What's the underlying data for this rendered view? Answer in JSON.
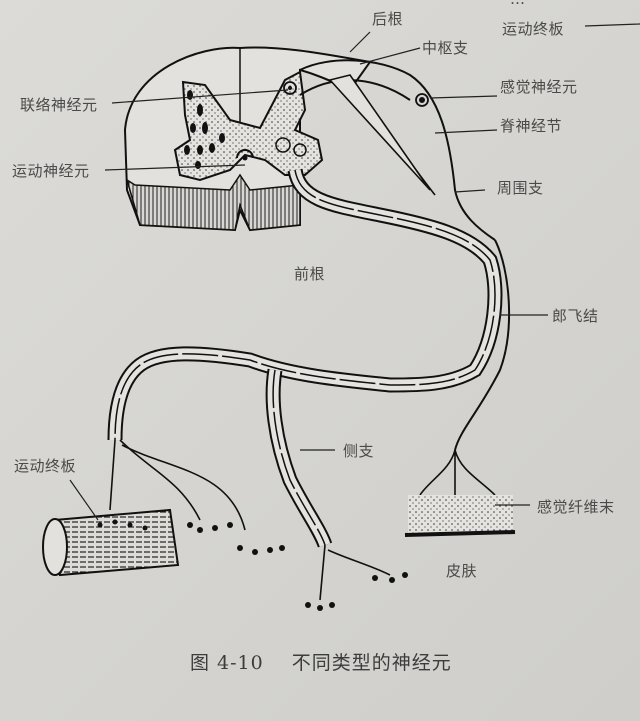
{
  "figure": {
    "caption_number": "图 4-10",
    "caption_title": "不同类型的神经元"
  },
  "labels": {
    "top_cut": "…",
    "motor_end_plate_top": "运动终板",
    "dorsal_root": "后根",
    "central_branch": "中枢支",
    "sensory_neuron": "感觉神经元",
    "spinal_ganglion": "脊神经节",
    "peripheral_branch": "周围支",
    "interneuron": "联络神经元",
    "motor_neuron": "运动神经元",
    "ventral_root": "前根",
    "node_of_ranvier": "郎飞结",
    "collateral_branch": "侧支",
    "motor_end_plate": "运动终板",
    "sensory_fiber_ending": "感觉纤维末",
    "skin": "皮肤"
  }
}
